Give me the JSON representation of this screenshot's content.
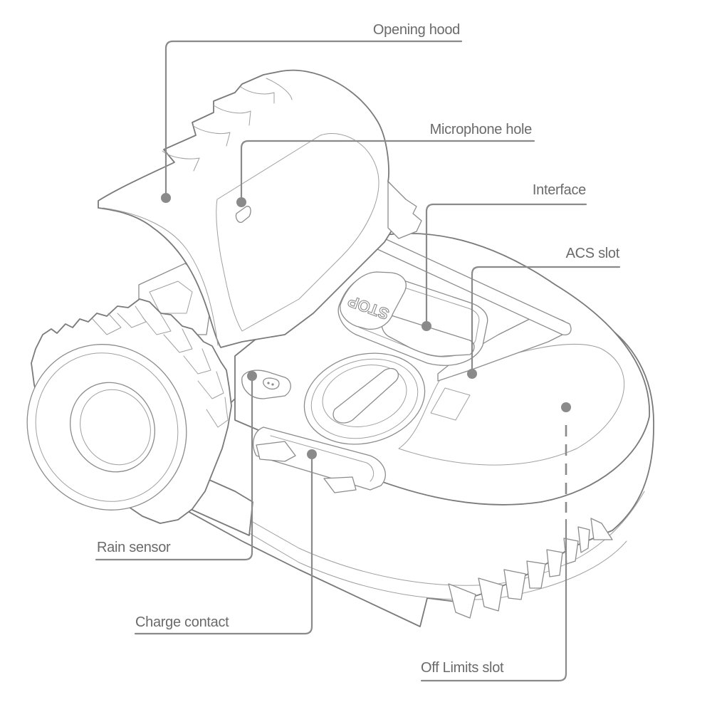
{
  "figure": {
    "subject": "Robotic lawn mower, isometric line drawing",
    "stop_button_text": "STOP"
  },
  "callouts": [
    {
      "id": "opening-hood",
      "label": "Opening hood"
    },
    {
      "id": "microphone-hole",
      "label": "Microphone hole"
    },
    {
      "id": "interface",
      "label": "Interface"
    },
    {
      "id": "acs-slot",
      "label": "ACS slot"
    },
    {
      "id": "rain-sensor",
      "label": "Rain sensor"
    },
    {
      "id": "charge-contact",
      "label": "Charge contact"
    },
    {
      "id": "off-limits-slot",
      "label": "Off Limits slot",
      "leader_style": "dashed-then-solid"
    }
  ],
  "colors": {
    "line": "#8c8c8c",
    "leader": "#8a8a8a",
    "label_text": "#6a6a6a",
    "background": "#ffffff"
  }
}
